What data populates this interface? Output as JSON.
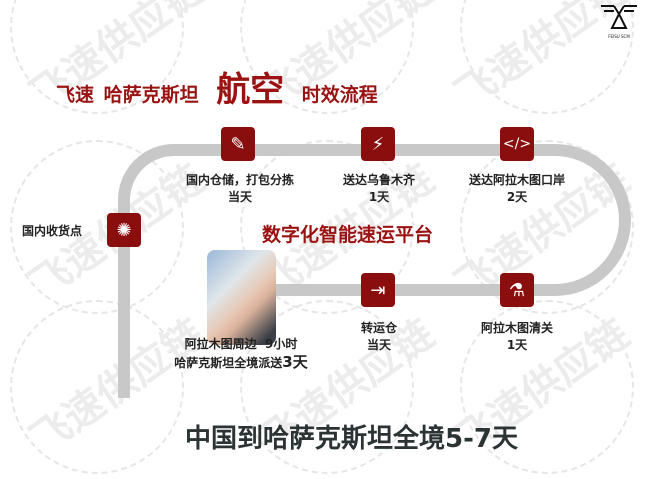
{
  "watermark": "飞速供应链",
  "logo_text": "FEISU SCM",
  "title": {
    "part1": "飞速",
    "part2": "哈萨克斯坦",
    "part3": "航空",
    "part4": "时效流程"
  },
  "platform": "数字化智能速运平台",
  "steps": [
    {
      "label": "国内收货点",
      "time": "",
      "icon": "lightbulb-icon"
    },
    {
      "label": "国内仓储，打包分拣",
      "time": "当天",
      "icon": "pencil-icon"
    },
    {
      "label": "送达乌鲁木齐",
      "time": "1天",
      "icon": "plug-icon"
    },
    {
      "label": "送达阿拉木图口岸",
      "time": "2天",
      "icon": "code-icon"
    },
    {
      "label": "阿拉木图清关",
      "time": "1天",
      "icon": "flask-icon"
    },
    {
      "label": "转运仓",
      "time": "当天",
      "icon": "file-import-icon"
    },
    {
      "label": "阿拉木图周边  9小时",
      "time": "哈萨克斯坦全境派送",
      "time_big": "3天",
      "icon": "handshake-photo"
    }
  ],
  "summary": "中国到哈萨克斯坦全境5-7天",
  "colors": {
    "accent": "#8b0e0e",
    "track": "#c8c8c8"
  }
}
